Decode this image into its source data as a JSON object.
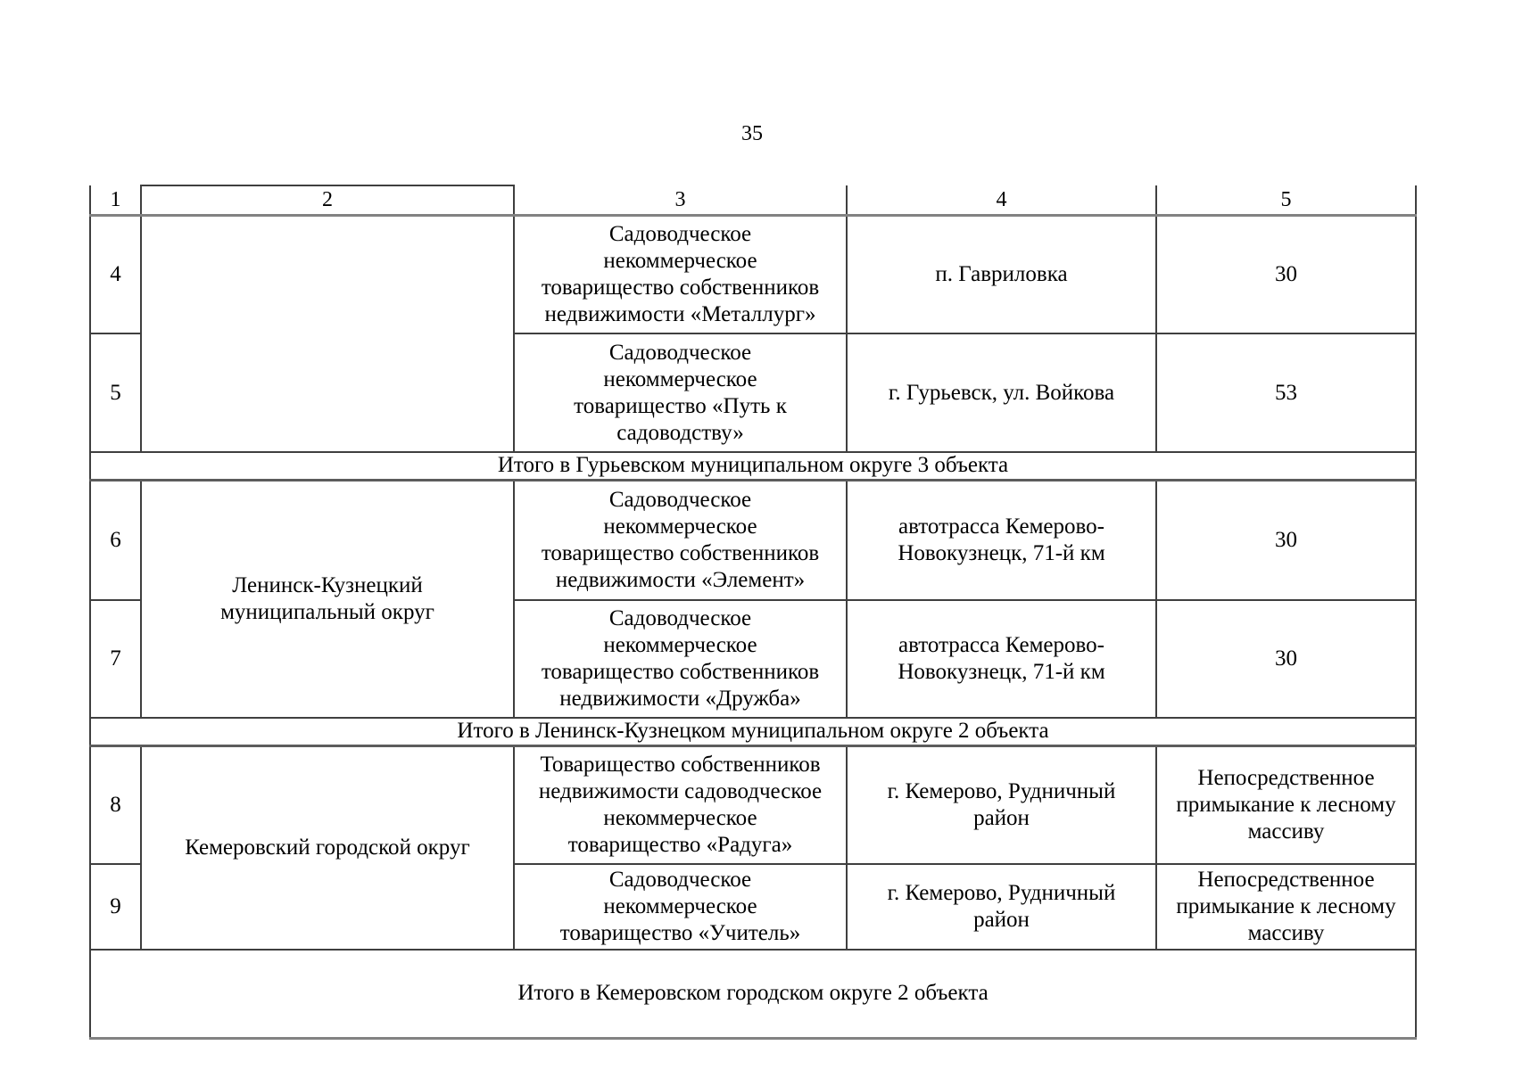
{
  "page": {
    "number": "35"
  },
  "table": {
    "header": [
      "1",
      "2",
      "3",
      "4",
      "5"
    ],
    "sections": [
      {
        "district": "",
        "rows": [
          {
            "num": "4",
            "org": "Садоводческое\nнекоммерческое\nтоварищество собственников\nнедвижимости «Металлург»",
            "location": "п. Гавриловка",
            "value": "30"
          },
          {
            "num": "5",
            "org": "Садоводческое\nнекоммерческое\nтоварищество «Путь к\nсадоводству»",
            "location": "г. Гурьевск, ул. Войкова",
            "value": "53"
          }
        ],
        "total": "Итого в Гурьевском муниципальном округе 3 объекта"
      },
      {
        "district": "Ленинск-Кузнецкий\nмуниципальный округ",
        "rows": [
          {
            "num": "6",
            "org": "Садоводческое\nнекоммерческое\nтоварищество собственников\nнедвижимости «Элемент»",
            "location": "автотрасса Кемерово-\nНовокузнецк, 71-й км",
            "value": "30"
          },
          {
            "num": "7",
            "org": "Садоводческое\nнекоммерческое\nтоварищество собственников\nнедвижимости «Дружба»",
            "location": "автотрасса Кемерово-\nНовокузнецк, 71-й км",
            "value": "30"
          }
        ],
        "total": "Итого в Ленинск-Кузнецком муниципальном округе 2 объекта"
      },
      {
        "district": "Кемеровский городской округ",
        "rows": [
          {
            "num": "8",
            "org": "Товарищество собственников\nнедвижимости садоводческое\nнекоммерческое\nтоварищество «Радуга»",
            "location": "г. Кемерово, Рудничный\nрайон",
            "value": "Непосредственное\nпримыкание к лесному\nмассиву"
          },
          {
            "num": "9",
            "org": "Садоводческое\nнекоммерческое\nтоварищество «Учитель»",
            "location": "г. Кемерово, Рудничный\nрайон",
            "value": "Непосредственное\nпримыкание к лесному\nмассиву"
          }
        ],
        "total": "Итого в Кемеровском городском округе 2 объекта"
      }
    ]
  }
}
